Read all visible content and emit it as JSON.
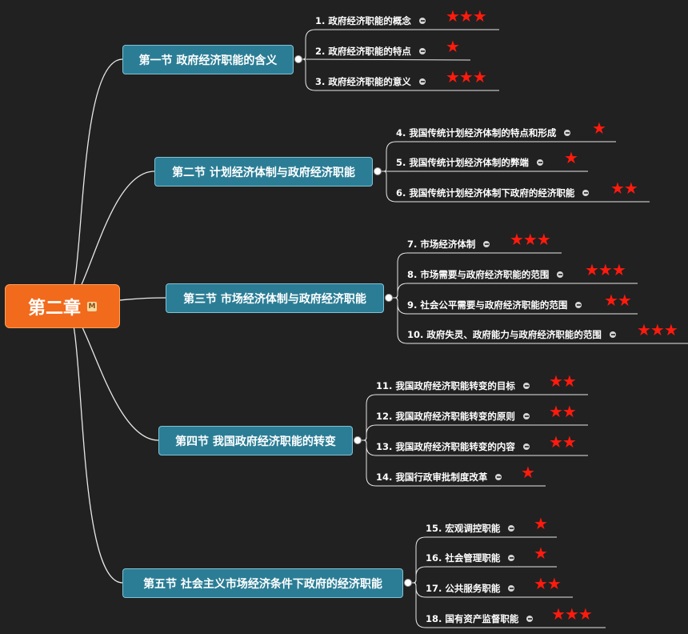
{
  "root": {
    "label": "第二章",
    "marker": "M"
  },
  "sections": [
    {
      "label": "第一节 政府经济职能的含义",
      "topics": [
        {
          "label": "1. 政府经济职能的概念",
          "stars": "★★★"
        },
        {
          "label": "2. 政府经济职能的特点",
          "stars": "★"
        },
        {
          "label": "3. 政府经济职能的意义",
          "stars": "★★★"
        }
      ]
    },
    {
      "label": "第二节 计划经济体制与政府经济职能",
      "topics": [
        {
          "label": "4. 我国传统计划经济体制的特点和形成",
          "stars": "★"
        },
        {
          "label": "5. 我国传统计划经济体制的弊端",
          "stars": "★"
        },
        {
          "label": "6. 我国传统计划经济体制下政府的经济职能",
          "stars": "★★"
        }
      ]
    },
    {
      "label": "第三节 市场经济体制与政府经济职能",
      "topics": [
        {
          "label": "7. 市场经济体制",
          "stars": "★★★"
        },
        {
          "label": "8. 市场需要与政府经济职能的范围",
          "stars": "★★★"
        },
        {
          "label": "9. 社会公平需要与政府经济职能的范围",
          "stars": "★★"
        },
        {
          "label": "10. 政府失灵、政府能力与政府经济职能的范围",
          "stars": "★★★"
        }
      ]
    },
    {
      "label": "第四节 我国政府经济职能的转变",
      "topics": [
        {
          "label": "11. 我国政府经济职能转变的目标",
          "stars": "★★"
        },
        {
          "label": "12. 我国政府经济职能转变的原则",
          "stars": "★★"
        },
        {
          "label": "13. 我国政府经济职能转变的内容",
          "stars": "★★"
        },
        {
          "label": "14. 我国行政审批制度改革",
          "stars": "★"
        }
      ]
    },
    {
      "label": "第五节 社会主义市场经济条件下政府的经济职能",
      "topics": [
        {
          "label": "15. 宏观调控职能",
          "stars": "★"
        },
        {
          "label": "16. 社会管理职能",
          "stars": "★"
        },
        {
          "label": "17. 公共服务职能",
          "stars": "★★"
        },
        {
          "label": "18. 国有资产监督职能",
          "stars": "★★★"
        }
      ]
    }
  ]
}
